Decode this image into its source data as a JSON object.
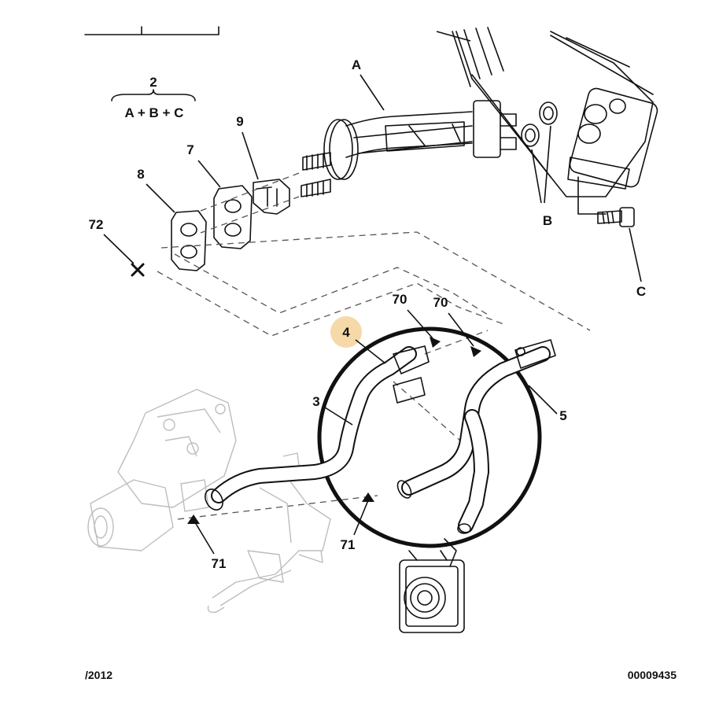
{
  "labels": {
    "top_group": "2",
    "formula": "A + B + C",
    "pipe_a": "A",
    "o_ring_b": "B",
    "screw_c": "C",
    "clip_9": "9",
    "gasket_7": "7",
    "gasket_8": "8",
    "marker_72": "72",
    "marker_70_left": "70",
    "marker_70_right": "70",
    "hose_4": "4",
    "hose_3": "3",
    "hose_5": "5",
    "marker_71_left": "71",
    "marker_71_right": "71"
  },
  "footer": {
    "date": "/2012",
    "code": "00009435"
  },
  "colors": {
    "highlight": "#f5d9a8",
    "ink": "#111111",
    "engine_grey": "#bdbdbd"
  }
}
